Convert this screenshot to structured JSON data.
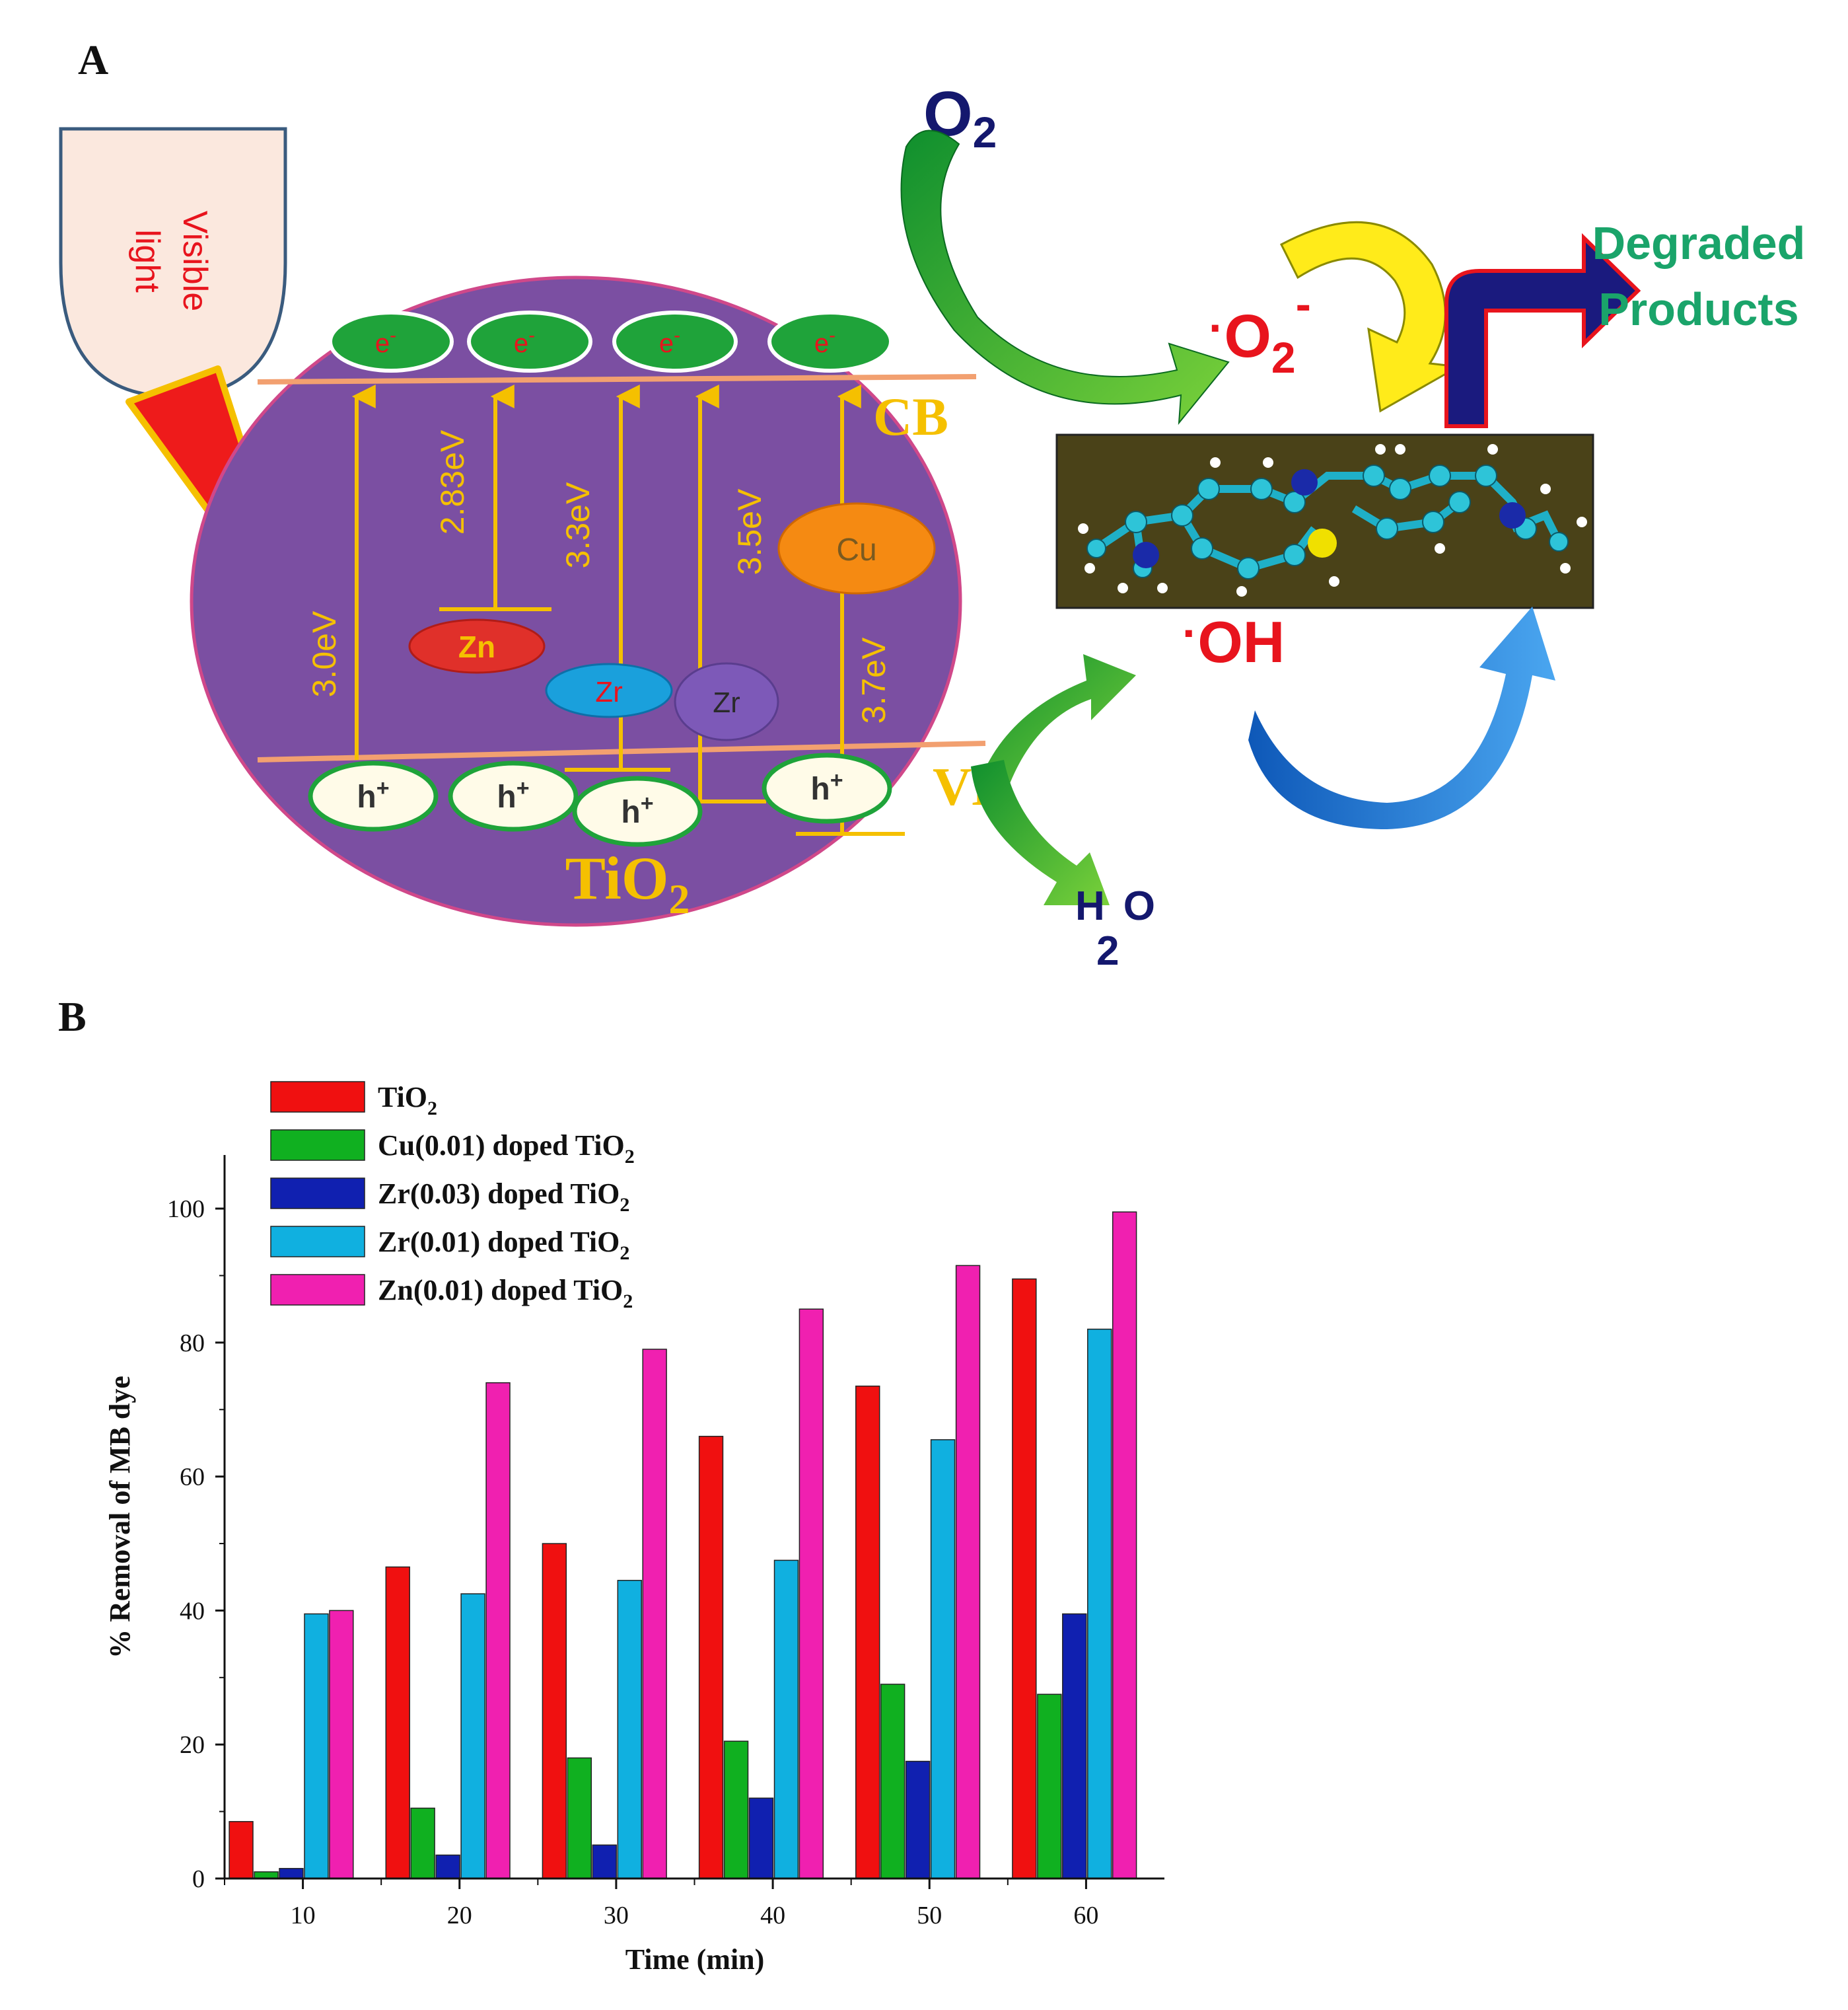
{
  "panel_a": {
    "label": "A",
    "visible_light_word1": "Visible",
    "visible_light_word2": "light",
    "electron_label": "e",
    "electron_sup": "-",
    "hole_label": "h",
    "hole_sup": "+",
    "cb_label": "CB",
    "vb_label": "VB",
    "catalyst_label": "TiO",
    "catalyst_sub": "2",
    "gaps": [
      "3.0eV",
      "2.83eV",
      "3.3eV",
      "3.5eV",
      "3.7eV"
    ],
    "dopants": {
      "zn": "Zn",
      "zr_a": "Zr",
      "zr_b": "Zr",
      "cu": "Cu"
    },
    "oxygen": "O",
    "oxygen_sub": "2",
    "superoxide": "O",
    "superoxide_sub": "2",
    "superoxide_sup": "-",
    "radical_dot": "·",
    "hydroxyl": "OH",
    "water_h": "H",
    "water_2": "2",
    "water_o": "O",
    "degraded_line1": "Degraded",
    "degraded_line2": "Products",
    "colors": {
      "sphere": "#7b4fa2",
      "band_line": "#f2a070",
      "arrow_yellow": "#f5c000",
      "electron_fill": "#1fa33a",
      "text_red": "#e8141d",
      "text_navy": "#14186e",
      "text_green": "#1aa46a",
      "molecule_bg": "#4a4218"
    }
  },
  "panel_b": {
    "label": "B",
    "chart_data": {
      "type": "bar",
      "xlabel": "Time (min)",
      "ylabel": "% Removal of MB dye",
      "categories": [
        "10",
        "20",
        "30",
        "40",
        "50",
        "60"
      ],
      "ylim": [
        0,
        108
      ],
      "yticks": [
        0,
        20,
        40,
        60,
        80,
        100
      ],
      "legend_position": "top-left",
      "grid": false,
      "series": [
        {
          "name": "TiO",
          "sub": "2",
          "color": "#f01010",
          "values": [
            8.5,
            46.5,
            50,
            66,
            73.5,
            89.5
          ]
        },
        {
          "name": "Cu(0.01) doped TiO",
          "sub": "2",
          "color": "#10b020",
          "values": [
            1,
            10.5,
            18,
            20.5,
            29,
            27.5
          ]
        },
        {
          "name": "Zr(0.03) doped TiO",
          "sub": "2",
          "color": "#1020b0",
          "values": [
            1.5,
            3.5,
            5,
            12,
            17.5,
            39.5
          ]
        },
        {
          "name": "Zr(0.01) doped TiO",
          "sub": "2",
          "color": "#10b0e0",
          "values": [
            39.5,
            42.5,
            44.5,
            47.5,
            65.5,
            82
          ]
        },
        {
          "name": "Zn(0.01) doped TiO",
          "sub": "2",
          "color": "#f020b0",
          "values": [
            40,
            74,
            79,
            85,
            91.5,
            99.5
          ]
        }
      ]
    }
  }
}
